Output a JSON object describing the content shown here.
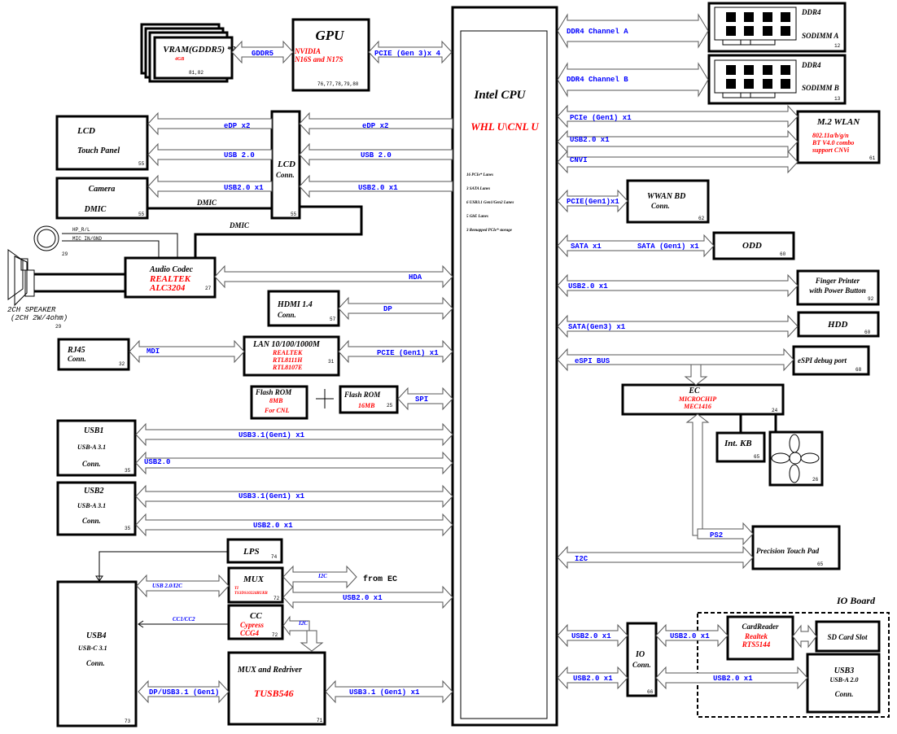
{
  "cpu": {
    "title": "Intel CPU",
    "model": "WHL U\\CNL U",
    "features": [
      "16 PCIe* Lanes",
      "3 SATA Lanes",
      "6 USB3.1 Gen1/Gen2 Lanes",
      "5 GbE Lanes",
      "3 Remapped PCIe* storage"
    ]
  },
  "gpu": {
    "title": "GPU",
    "vendor": "NVIDIA",
    "model": "N16S and N17S",
    "pages": "76,77,78,79,80"
  },
  "vram": {
    "title": "VRAM(GDDR5) *2",
    "size": "4GB",
    "pages": "81,82"
  },
  "sodimm_a": {
    "type": "DDR4",
    "name": "SODIMM A",
    "page": "12"
  },
  "sodimm_b": {
    "type": "DDR4",
    "name": "SODIMM B",
    "page": "13"
  },
  "wlan": {
    "title": "M.2 WLAN",
    "line1": "802.11a/b/g/n",
    "line2": "BT V4.0 combo",
    "line3": "support CNVi",
    "page": "61"
  },
  "wwan": {
    "title": "WWAN BD",
    "sub": "Conn.",
    "page": "62"
  },
  "odd": {
    "title": "ODD",
    "page": "60"
  },
  "finger": {
    "line1": "Finger Printer",
    "line2": "with Power Button",
    "page": "92"
  },
  "hdd": {
    "title": "HDD",
    "page": "60"
  },
  "espi_debug": {
    "title": "eSPI debug  port",
    "page": "68"
  },
  "ec": {
    "title": "EC",
    "vendor": "MICROCHIP",
    "model": "MEC1416",
    "page": "24"
  },
  "kb": {
    "title": "Int. KB",
    "page": "65"
  },
  "fan": {
    "page": "26"
  },
  "touchpad": {
    "title": "Precision Touch Pad",
    "page": "65"
  },
  "lcd": {
    "title": "LCD",
    "sub": "Touch Panel",
    "page": "55"
  },
  "camera": {
    "title": "Camera",
    "sub": "DMIC",
    "page": "55"
  },
  "lcd_conn": {
    "title": "LCD",
    "sub": "Conn.",
    "page": "55"
  },
  "jack": {
    "hp": "HP_R/L",
    "mic": "MIC_IN/GND",
    "page": "29"
  },
  "speaker": {
    "line1": "2CH SPEAKER",
    "line2": "(2CH 2W/4ohm)",
    "page": "29"
  },
  "codec": {
    "title": "Audio Codec",
    "vendor": "REALTEK",
    "model": "ALC3204",
    "page": "27"
  },
  "hdmi": {
    "title": "HDMI  1.4",
    "sub": "Conn.",
    "page": "57"
  },
  "rj45": {
    "title": "RJ45",
    "sub": "Conn.",
    "page": "32"
  },
  "lan": {
    "title": "LAN 10/100/1000M",
    "vendor": "REALTEK",
    "model1": "RTL8111H",
    "model2": "RTL8107E",
    "page": "31"
  },
  "flash1": {
    "title": "Flash ROM",
    "size": "8MB",
    "note": "For CNL"
  },
  "flash2": {
    "title": "Flash ROM",
    "size": "16MB",
    "page": "25"
  },
  "usb1": {
    "title": "USB1",
    "type": "USB-A 3.1",
    "sub": "Conn.",
    "page": "35"
  },
  "usb2": {
    "title": "USB2",
    "type": "USB-A 3.1",
    "sub": "Conn.",
    "page": "35"
  },
  "usb4": {
    "title": "USB4",
    "type": "USB-C 3.1",
    "sub": "Conn.",
    "page": "73"
  },
  "lps": {
    "title": "LPS",
    "page": "74"
  },
  "mux": {
    "title": "MUX",
    "vendor": "TI",
    "model": "TS3DS10224RUKR",
    "page": "72"
  },
  "cc": {
    "title": "CC",
    "vendor": "Cypress",
    "model": "CCG4",
    "page": "72"
  },
  "redriver": {
    "title": "MUX and Redriver",
    "model": "TUSB546",
    "page": "71"
  },
  "io_board": {
    "title": "IO Board"
  },
  "io_conn": {
    "title": "IO",
    "sub": "Conn.",
    "page": "66"
  },
  "card_reader": {
    "title": "CardReader",
    "vendor": "Realtek",
    "model": "RTS5144"
  },
  "sd_slot": {
    "title": "SD Card Slot"
  },
  "usb3": {
    "title": "USB3",
    "type": "USB-A 2.0",
    "sub": "Conn."
  },
  "from_ec": "from EC",
  "buses": {
    "gddr5": "GDDR5",
    "pcie_gpu": "PCIE  (Gen 3)x 4",
    "ddr_a": "DDR4 Channel A",
    "ddr_b": "DDR4 Channel B",
    "wlan_pcie": "PCIe (Gen1) x1",
    "wlan_usb": "USB2.0 x1",
    "cnvi": "CNVI",
    "wwan_pcie": "PCIE(Gen1)x1",
    "sata_x1": "SATA x1",
    "sata_gen1": "SATA (Gen1) x1",
    "fp_usb": "USB2.0 x1",
    "hdd_sata": "SATA(Gen3) x1",
    "espi": "eSPI BUS",
    "ps2": "PS2",
    "i2c_tp": "I2C",
    "edp_in": "eDP x2",
    "usb_lcd_in": "USB 2.0",
    "usb_cam_in": "USB2.0 x1",
    "edp_out": "eDP x2",
    "usb_lcd_out": "USB 2.0",
    "usb_cam_out": "USB2.0 x1",
    "dmic1": "DMIC",
    "dmic2": "DMIC",
    "hda": "HDA",
    "dp": "DP",
    "mdi": "MDI",
    "lan_pcie": "PCIE (Gen1) x1",
    "spi": "SPI",
    "usb1_31": "USB3.1(Gen1) x1",
    "usb1_20": "USB2.0",
    "usb2_31": "USB3.1(Gen1) x1",
    "usb2_20": "USB2.0 x1",
    "mux_left": "USB 2.0/I2C",
    "mux_i2c": "I2C",
    "mux_usb": "USB2.0 x1",
    "cc": "CC1/CC2",
    "cc_i2c": "I2C",
    "dp_usb": "DP/USB3.1 (Gen1)",
    "redriver_usb": "USB3.1 (Gen1) x1",
    "io_usb1": "USB2.0 x1",
    "io_usb2": "USB2.0 x1",
    "cr_usb": "USB2.0 x1",
    "usb3_usb": "USB2.0 x1"
  }
}
